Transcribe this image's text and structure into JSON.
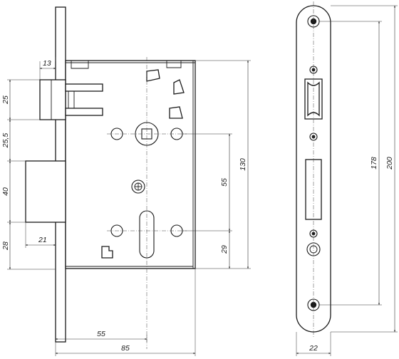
{
  "dimensions": {
    "backset_13": "13",
    "height_25": "25",
    "height_25_5": "25,5",
    "height_40": "40",
    "height_28": "28",
    "depth_21": "21",
    "center_55_vertical": "55",
    "case_height_130": "130",
    "bottom_29": "29",
    "backset_55": "55",
    "depth_85": "85",
    "hole_spacing_178": "178",
    "faceplate_length_200": "200",
    "faceplate_width_22": "22"
  }
}
